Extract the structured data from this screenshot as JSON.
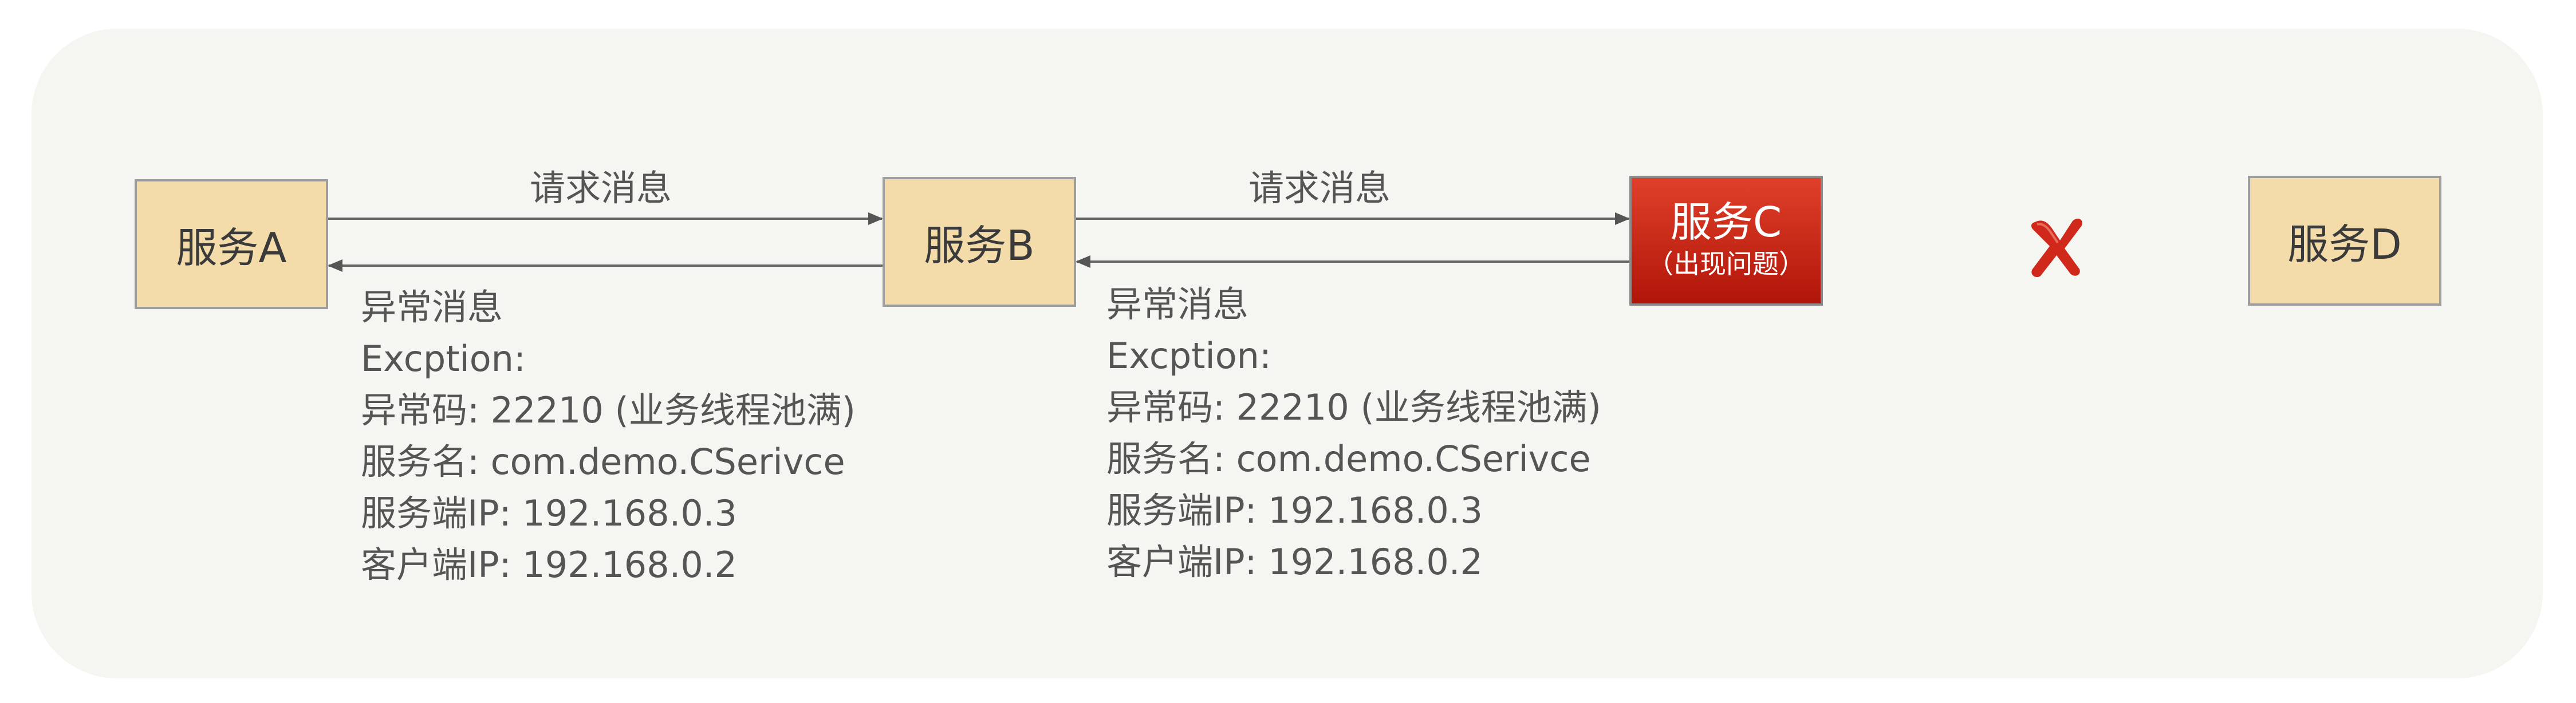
{
  "services": {
    "a": "服务A",
    "b": "服务B",
    "c": "服务C",
    "c_note": "（出现问题）",
    "d": "服务D"
  },
  "request_label_1": "请求消息",
  "request_label_2": "请求消息",
  "exception_1": {
    "title": "异常消息",
    "type": "Excption:",
    "code": "异常码: 22210 (业务线程池满)",
    "service": "服务名: com.demo.CSerivce",
    "server_ip": "服务端IP: 192.168.0.3",
    "client_ip": "客户端IP: 192.168.0.2"
  },
  "exception_2": {
    "title": "异常消息",
    "type": "Excption:",
    "code": "异常码: 22210 (业务线程池满)",
    "service": "服务名: com.demo.CSerivce",
    "server_ip": "服务端IP: 192.168.0.3",
    "client_ip": "客户端IP: 192.168.0.2"
  },
  "icons": {
    "failure": "red-cross-icon"
  },
  "colors": {
    "background": "#f5f5f1",
    "service_box": "#f4dcaa",
    "failed_service": "#c9220f",
    "cross": "#d0281a"
  }
}
